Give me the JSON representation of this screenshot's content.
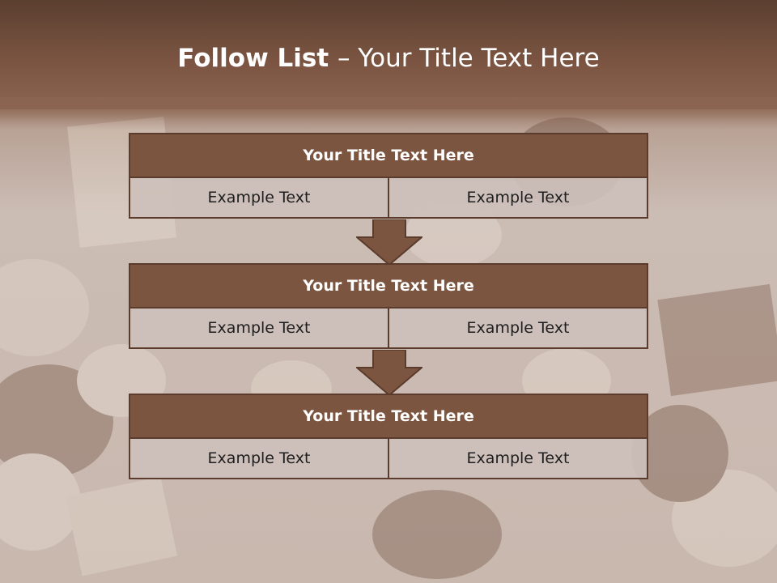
{
  "slide": {
    "title_bold": "Follow List ",
    "title_rest": " – Your Title Text Here"
  },
  "blocks": [
    {
      "title": "Your Title Text Here",
      "left": "Example Text",
      "right": "Example Text"
    },
    {
      "title": "Your Title Text Here",
      "left": "Example Text",
      "right": "Example Text"
    },
    {
      "title": "Your Title Text Here",
      "left": "Example Text",
      "right": "Example Text"
    }
  ],
  "colors": {
    "header": "#7a5441",
    "block_title_bg": "#7b5540",
    "cell_bg": "#cdc0ba",
    "border": "#5a3b2c"
  }
}
